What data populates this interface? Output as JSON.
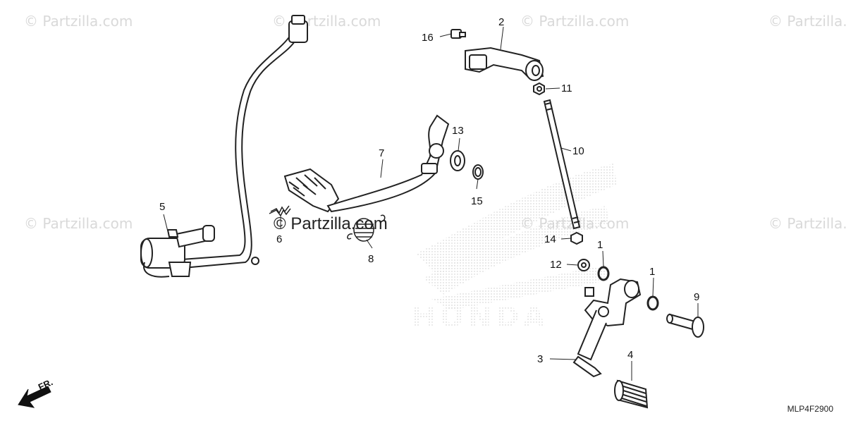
{
  "watermark": {
    "text": "© Partzilla.com",
    "center_text": "© Partzilla.com",
    "color": "#d9d9d9"
  },
  "brand_watermark": {
    "text": "HONDA",
    "color": "#e6e6e6"
  },
  "diagram_code": "MLP4F2900",
  "front_indicator": {
    "text": "FR.",
    "icon": "arrow-front-icon"
  },
  "parts": [
    {
      "id": "1a",
      "label": "1"
    },
    {
      "id": "1b",
      "label": "1"
    },
    {
      "id": "2",
      "label": "2"
    },
    {
      "id": "3",
      "label": "3"
    },
    {
      "id": "4",
      "label": "4"
    },
    {
      "id": "5",
      "label": "5"
    },
    {
      "id": "6",
      "label": "6"
    },
    {
      "id": "7",
      "label": "7"
    },
    {
      "id": "8",
      "label": "8"
    },
    {
      "id": "9",
      "label": "9"
    },
    {
      "id": "10",
      "label": "10"
    },
    {
      "id": "11",
      "label": "11"
    },
    {
      "id": "12",
      "label": "12"
    },
    {
      "id": "13",
      "label": "13"
    },
    {
      "id": "14",
      "label": "14"
    },
    {
      "id": "15",
      "label": "15"
    },
    {
      "id": "16",
      "label": "16"
    }
  ]
}
